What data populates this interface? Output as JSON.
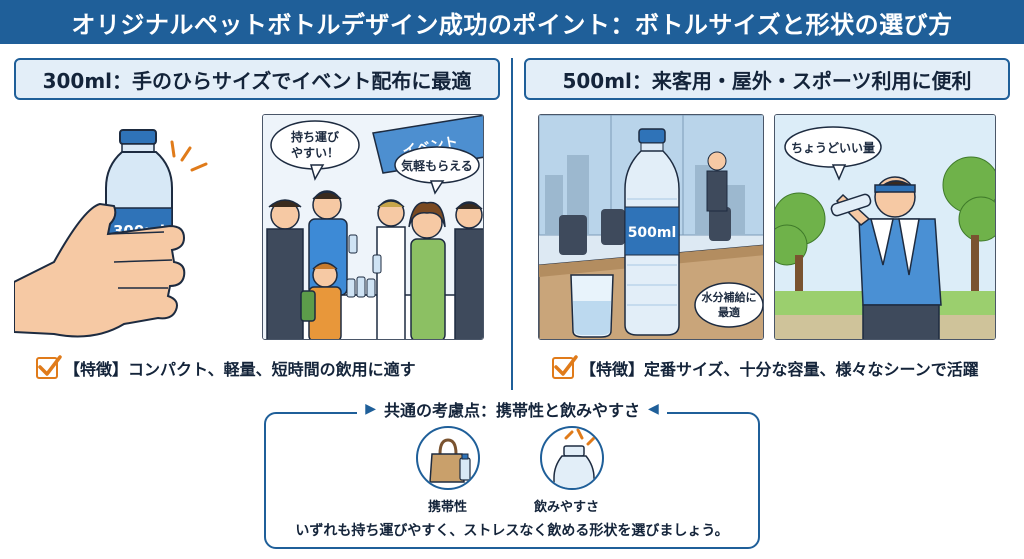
{
  "title": "オリジナルペットボトルデザイン成功のポイント：ボトルサイズと形状の選び方",
  "left": {
    "heading": "300ml：手のひらサイズでイベント配布に最適",
    "bottle_label": "300ml",
    "event_sign": "イベント",
    "bubble_1": [
      "持ち運び",
      "やすい！"
    ],
    "bubble_2": "気軽もらえる",
    "feature": "【特徴】コンパクト、軽量、短時間の飲用に適す"
  },
  "right": {
    "heading": "500ml：来客用・屋外・スポーツ利用に便利",
    "bottle_label": "500ml",
    "note": [
      "水分補給に",
      "最適"
    ],
    "bubble": "ちょうどいい量",
    "feature": "【特徴】定番サイズ、十分な容量、様々なシーンで活躍"
  },
  "common": {
    "title": "共通の考慮点：携帯性と飲みやすさ",
    "icon_1_label": "携帯性",
    "icon_2_label": "飲みやすさ",
    "description": "いずれも持ち運びやすく、ストレスなく飲める形状を選びましょう。"
  },
  "icons": [
    "hand-bottle-illustration",
    "event-booth-illustration",
    "office-bottle-illustration",
    "runner-drinking-illustration",
    "check-icon",
    "tote-bag-icon",
    "bottle-splash-icon"
  ],
  "colors": {
    "primary": "#1f5f99",
    "accent": "#e07b1a",
    "heading_bg": "#e3eef8"
  }
}
